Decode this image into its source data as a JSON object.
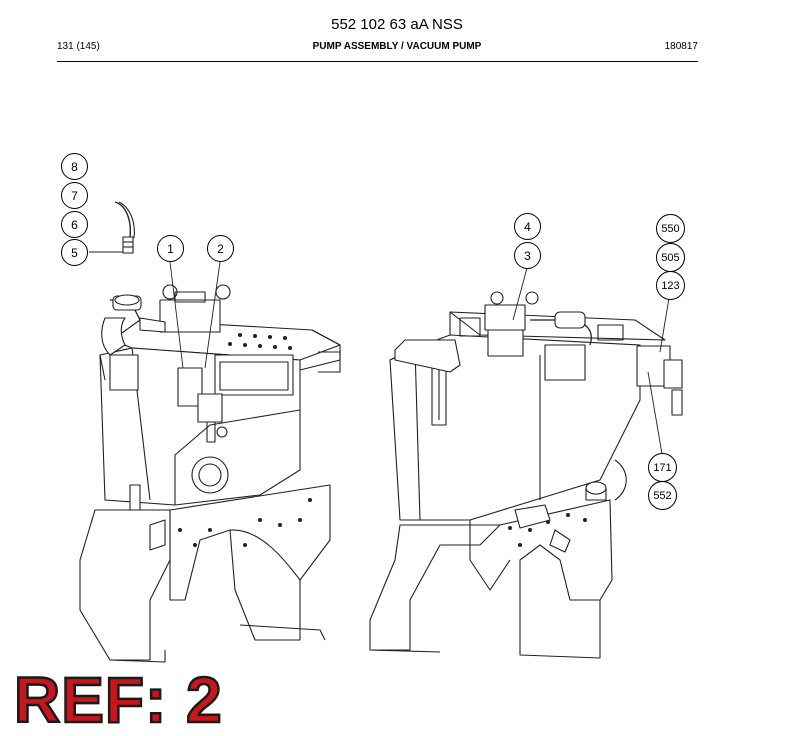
{
  "header": {
    "document_code": "552 102 63 aA NSS",
    "page_number": "131 (145)",
    "section_title": "PUMP ASSEMBLY / VACUUM PUMP",
    "date_code": "180817"
  },
  "callouts": {
    "c8": "8",
    "c7": "7",
    "c6": "6",
    "c5": "5",
    "c1": "1",
    "c2": "2",
    "c4": "4",
    "c3": "3",
    "c550": "550",
    "c505": "505",
    "c123": "123",
    "c171": "171",
    "c552": "552"
  },
  "reference_stamp": "REF: 2"
}
